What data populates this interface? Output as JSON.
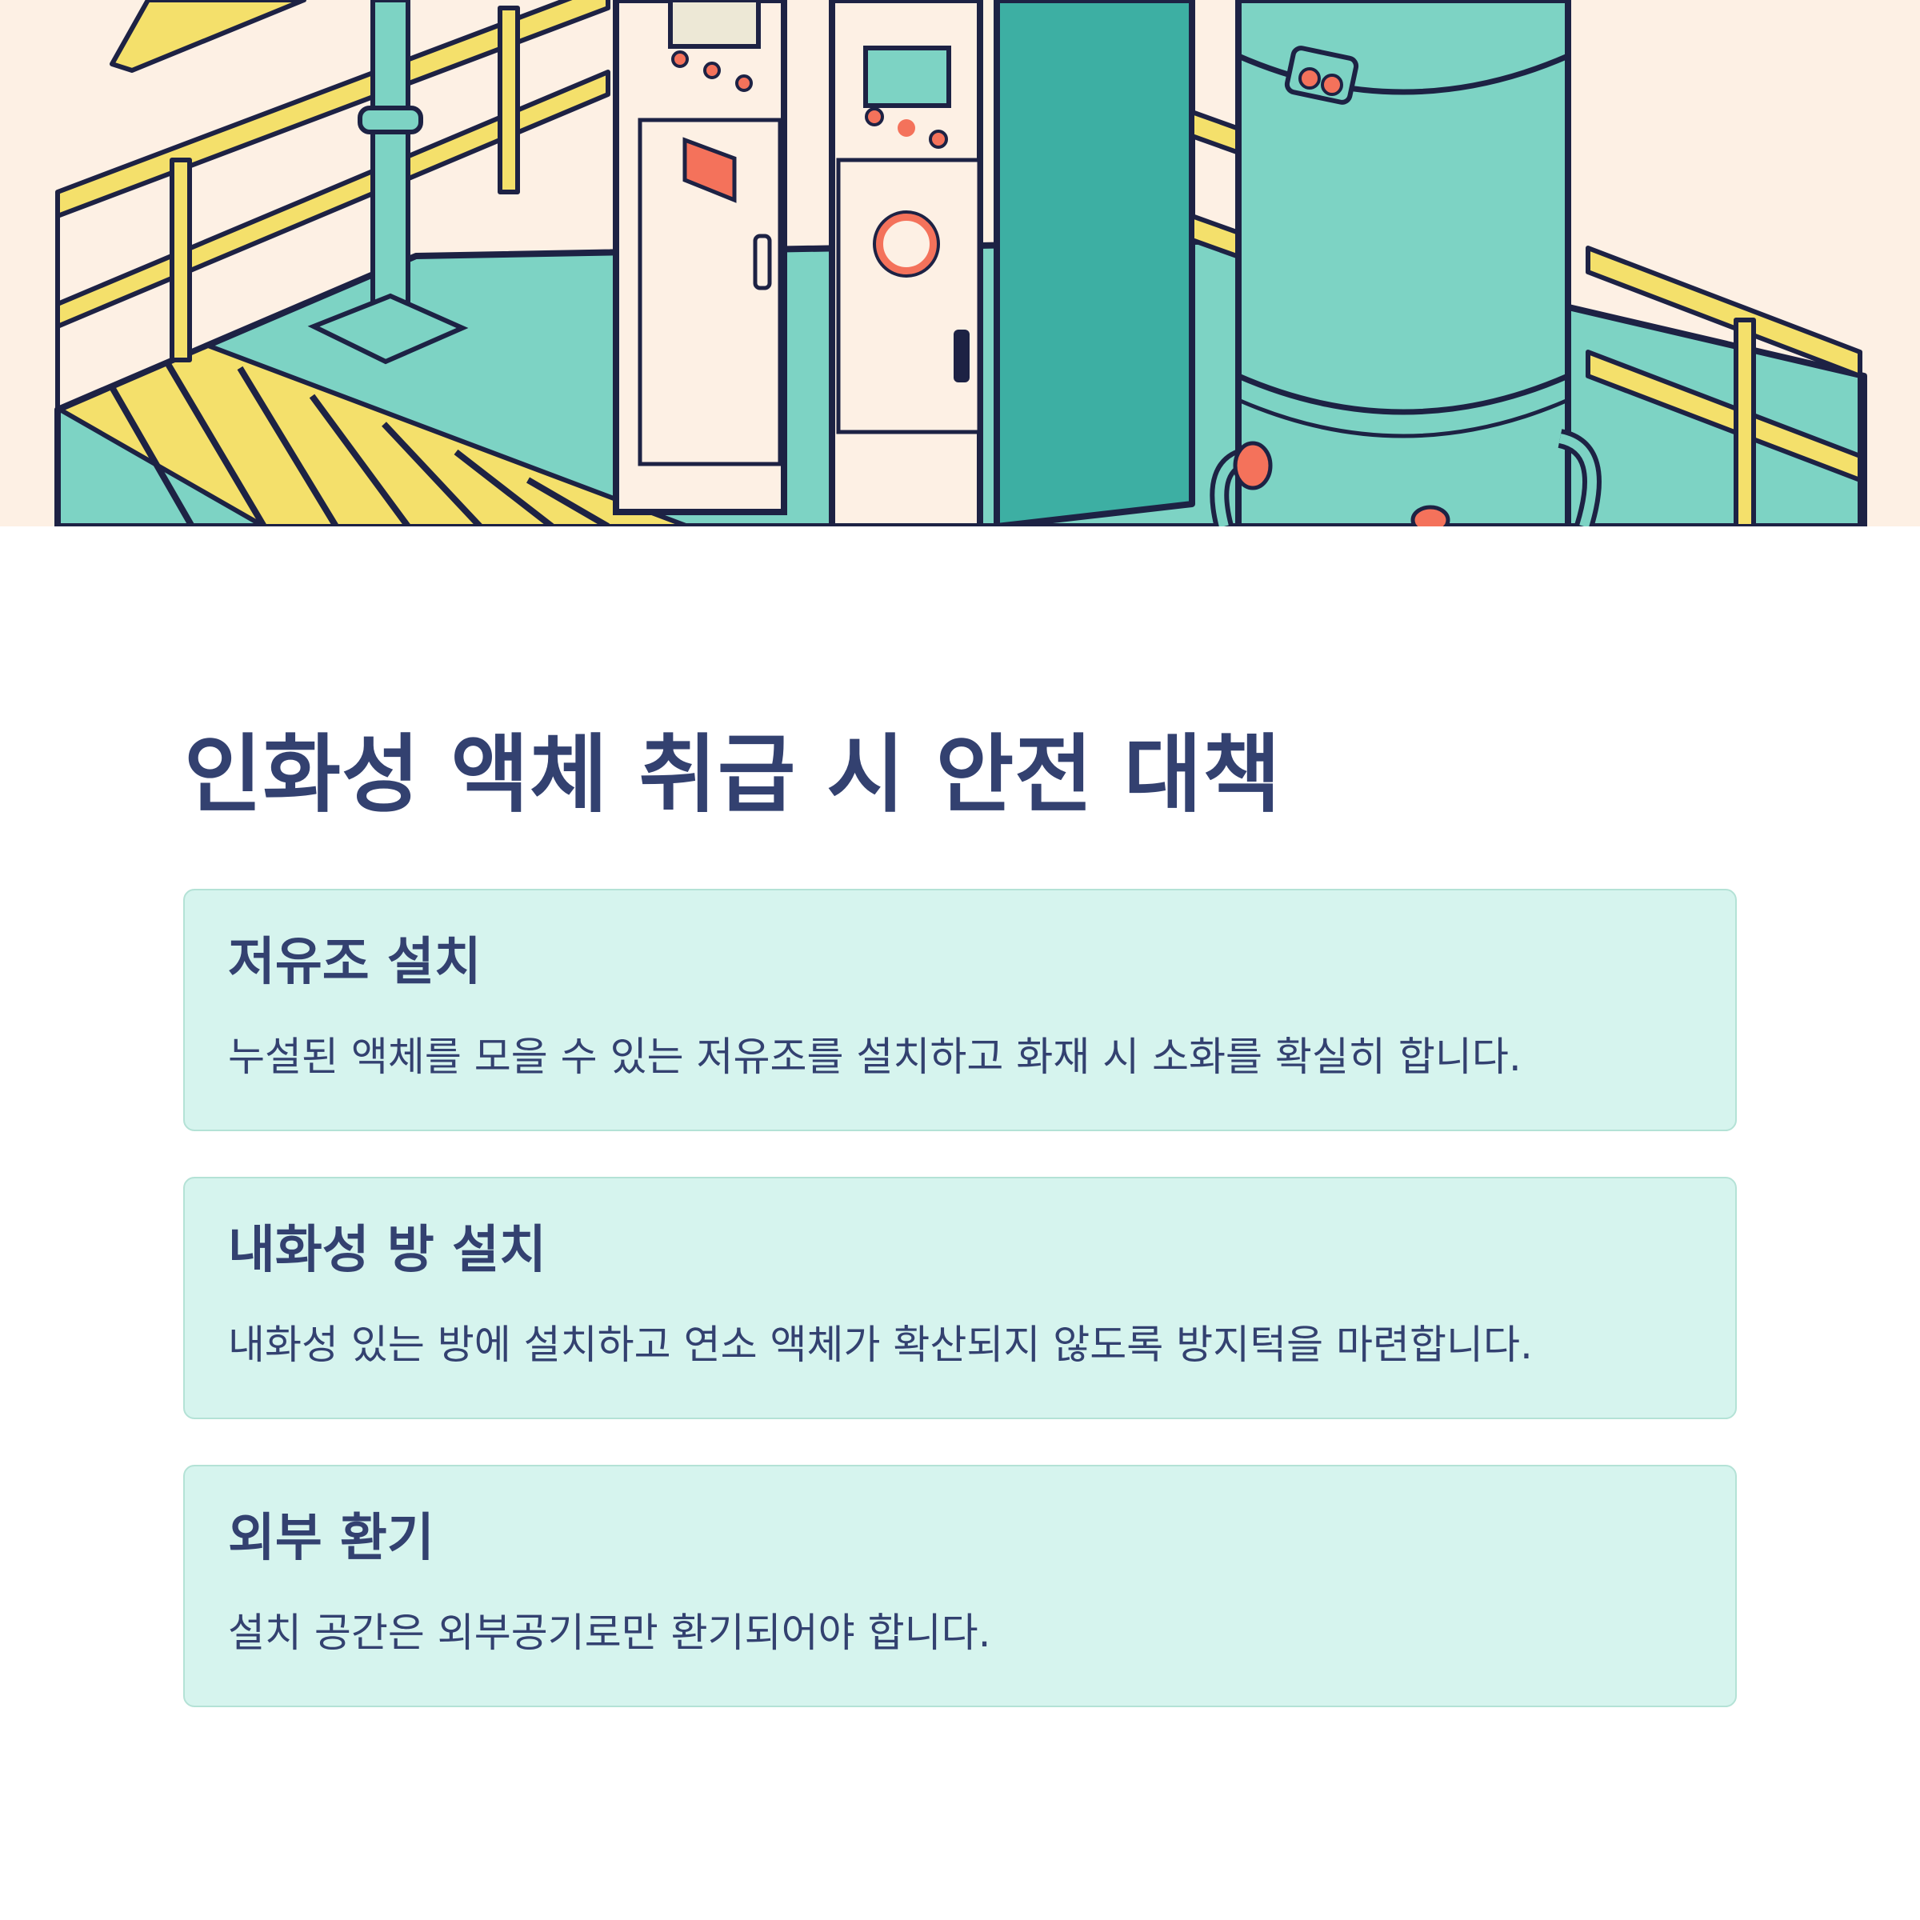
{
  "page": {
    "title": "인화성 액체 취급 시 안전 대책"
  },
  "measures": [
    {
      "title": "저유조 설치",
      "description": "누설된 액체를 모을 수 있는 저유조를 설치하고 화재 시 소화를 확실히 합니다."
    },
    {
      "title": "내화성 방 설치",
      "description": "내화성 있는 방에 설치하고 연소 액체가 확산되지 않도록 방지턱을 마련합니다."
    },
    {
      "title": "외부 환기",
      "description": "설치 공간은 외부공기로만 환기되어야 합니다."
    }
  ],
  "colors": {
    "heading": "#334170",
    "card_background": "#d6f4ee",
    "card_border": "#b4e2d6",
    "hero_background": "#fdf0e4",
    "teal": "#7dd3c4",
    "dark_teal": "#3dafa3",
    "yellow": "#f4e06b",
    "outline": "#1d2244",
    "accent_red": "#f4725b"
  },
  "hero": {
    "illustration": "industrial-equipment-illustration"
  }
}
